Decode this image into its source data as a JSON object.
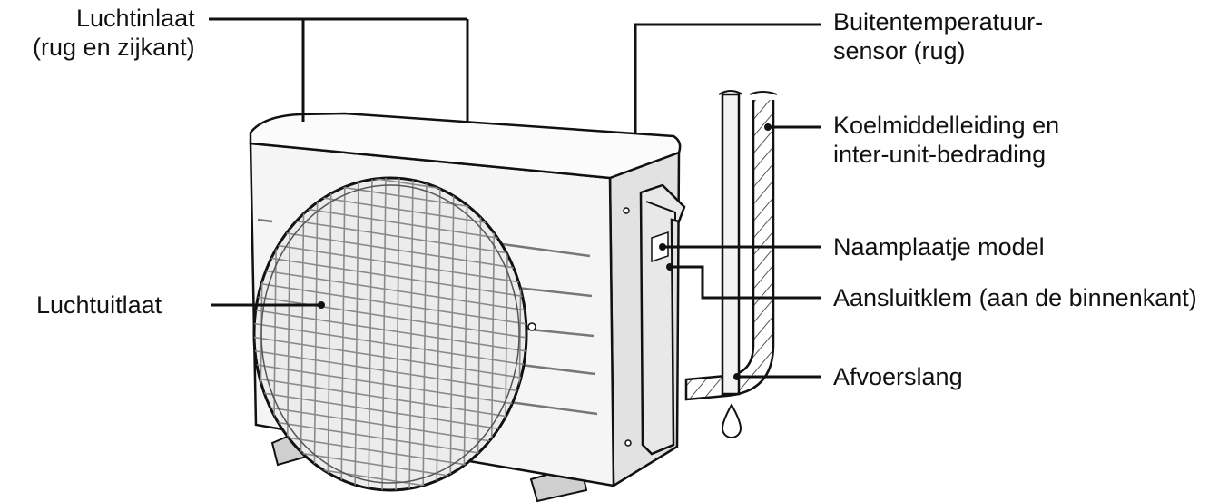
{
  "diagram": {
    "labels": {
      "air_inlet": {
        "line1": "Luchtinlaat",
        "line2": "(rug en zijkant)"
      },
      "air_outlet": "Luchtuitlaat",
      "outdoor_temp_sensor": {
        "line1": "Buitentemperatuur-",
        "line2": "sensor (rug)"
      },
      "refrigerant_piping": {
        "line1": "Koelmiddelleiding en",
        "line2": "inter-unit-bedrading"
      },
      "model_nameplate": "Naamplaatje model",
      "terminal_block": "Aansluitklem (aan de binnenkant)",
      "drain_hose": "Afvoerslang"
    },
    "colors": {
      "line": "#111111",
      "unit_fill": "#f4f4f4",
      "unit_dark": "#dcdcdc",
      "grille": "#9a9a9a",
      "background": "#ffffff"
    }
  }
}
